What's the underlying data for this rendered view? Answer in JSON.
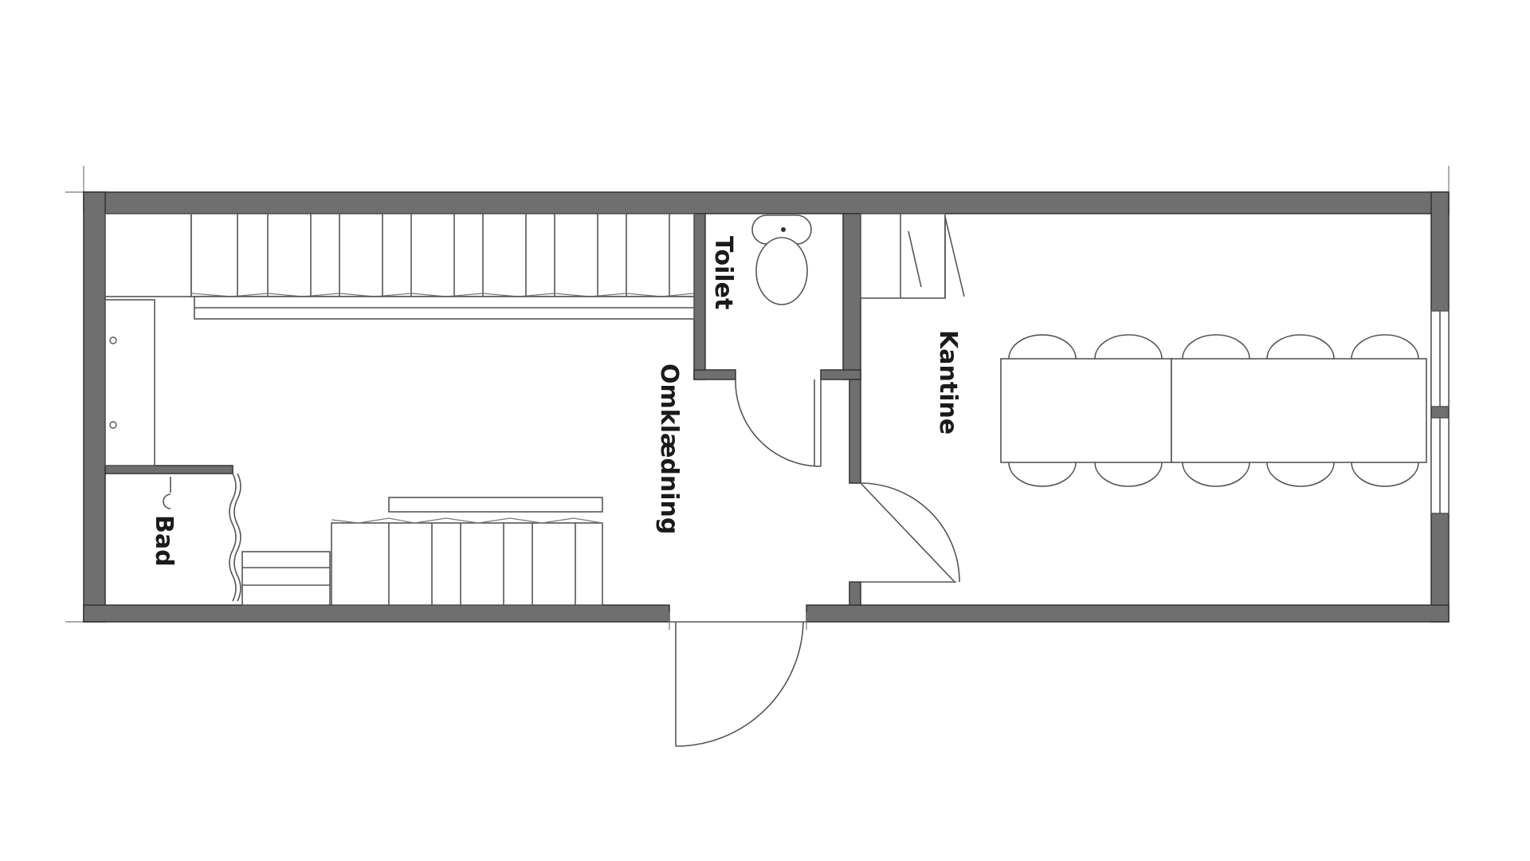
{
  "rooms": {
    "toilet": "Toilet",
    "omklaedning": "Omklædning",
    "kantine": "Kantine",
    "bad": "Bad"
  },
  "colors": {
    "wall": "#6f6f6f",
    "line": "#555555",
    "background": "#ffffff"
  }
}
